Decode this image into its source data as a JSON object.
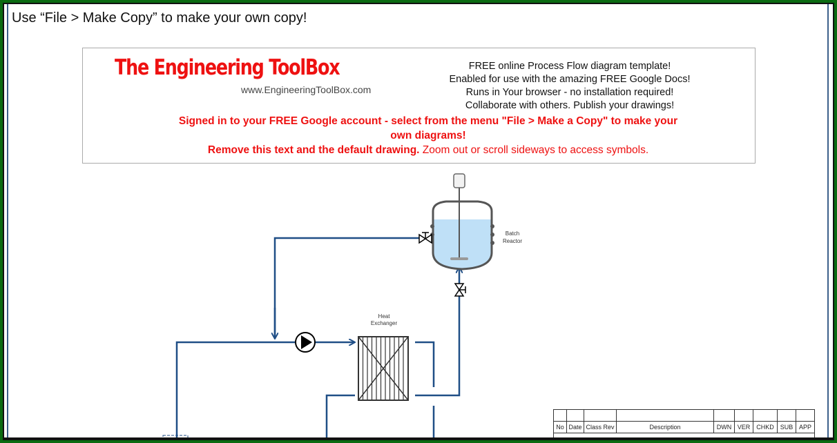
{
  "instruction": "Use “File > Make Copy” to make your own copy!",
  "banner": {
    "logo_text": "The Engineering ToolBox",
    "url": "www.EngineeringToolBox.com",
    "info_lines": [
      "FREE online Process Flow diagram template!",
      "Enabled for use with the amazing FREE Google Docs!",
      "Runs in Your browser - no installation required!",
      "Collaborate with others. Publish your drawings!"
    ],
    "signed_in_line1": "Signed in to your FREE Google account - select from the menu  \"File > Make a Copy\" to make your",
    "signed_in_line2": "own diagrams!",
    "remove_bold": "Remove this text and the default drawing.",
    "remove_normal": " Zoom out or scroll sideways to access symbols."
  },
  "diagram": {
    "reactor_label_1": "Batch",
    "reactor_label_2": "Reactor",
    "hx_label_1": "Heat",
    "hx_label_2": "Exchanger",
    "pipe_color": "#1f4e86",
    "liquid_color": "#bfe0f7"
  },
  "title_block": {
    "columns": [
      "No",
      "Date",
      "Class Rev",
      "Description",
      "DWN",
      "VER",
      "CHKD",
      "SUB",
      "APP"
    ]
  }
}
